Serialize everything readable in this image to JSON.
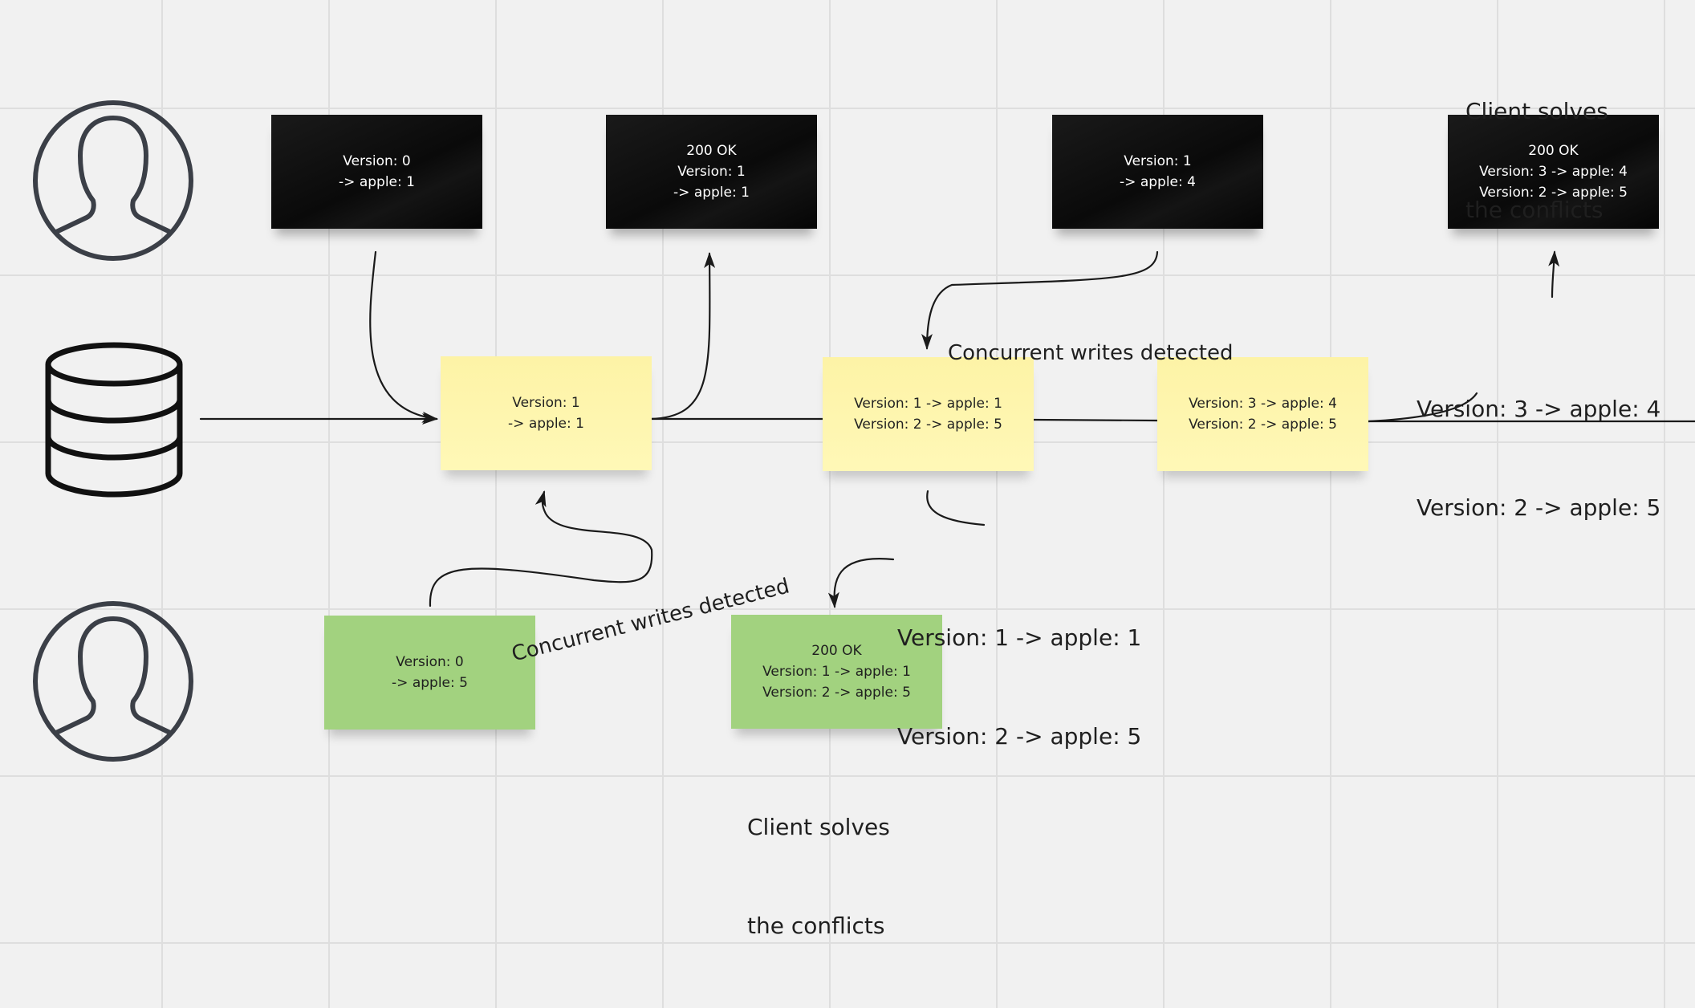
{
  "notes": {
    "top": [
      {
        "lines": [
          "Version: 0",
          "-> apple: 1"
        ]
      },
      {
        "lines": [
          "200 OK",
          "Version: 1",
          "-> apple: 1"
        ]
      },
      {
        "lines": [
          "Version: 1",
          "-> apple: 4"
        ]
      },
      {
        "lines": [
          "200 OK",
          "Version: 3 -> apple: 4",
          "Version: 2 -> apple: 5"
        ]
      }
    ],
    "middle": [
      {
        "lines": [
          "Version: 1",
          "-> apple: 1"
        ]
      },
      {
        "lines": [
          "Version: 1 -> apple: 1",
          "Version: 2 -> apple: 5"
        ]
      },
      {
        "lines": [
          "Version: 3 -> apple: 4",
          "Version: 2 -> apple: 5"
        ]
      }
    ],
    "bottom": [
      {
        "lines": [
          "Version: 0",
          "-> apple: 5"
        ]
      },
      {
        "lines": [
          "200 OK",
          "Version: 1 -> apple: 1",
          "Version: 2 -> apple: 5"
        ]
      }
    ]
  },
  "labels": {
    "client_solves_top": [
      "Client solves",
      "the conflicts"
    ],
    "concurrent_top": "Concurrent writes detected",
    "versions_right": [
      "Version: 3 -> apple: 4",
      "Version: 2 -> apple: 5"
    ],
    "concurrent_bottom": "Concurrent writes detected",
    "versions_bottom": [
      "Version: 1 -> apple: 1",
      "Version: 2 -> apple: 5"
    ],
    "client_solves_bottom": [
      "Client solves",
      "the conflicts"
    ]
  },
  "icons": {
    "top_client": "user-avatar-icon",
    "database": "database-icon",
    "bottom_client": "user-avatar-icon"
  },
  "colors": {
    "stroke": "#1a1a1a",
    "avatar_stroke": "#3b3f47",
    "black_note": "#0b0b0b",
    "yellow_note": "#fff7b0",
    "green_note": "#a2d27f"
  }
}
